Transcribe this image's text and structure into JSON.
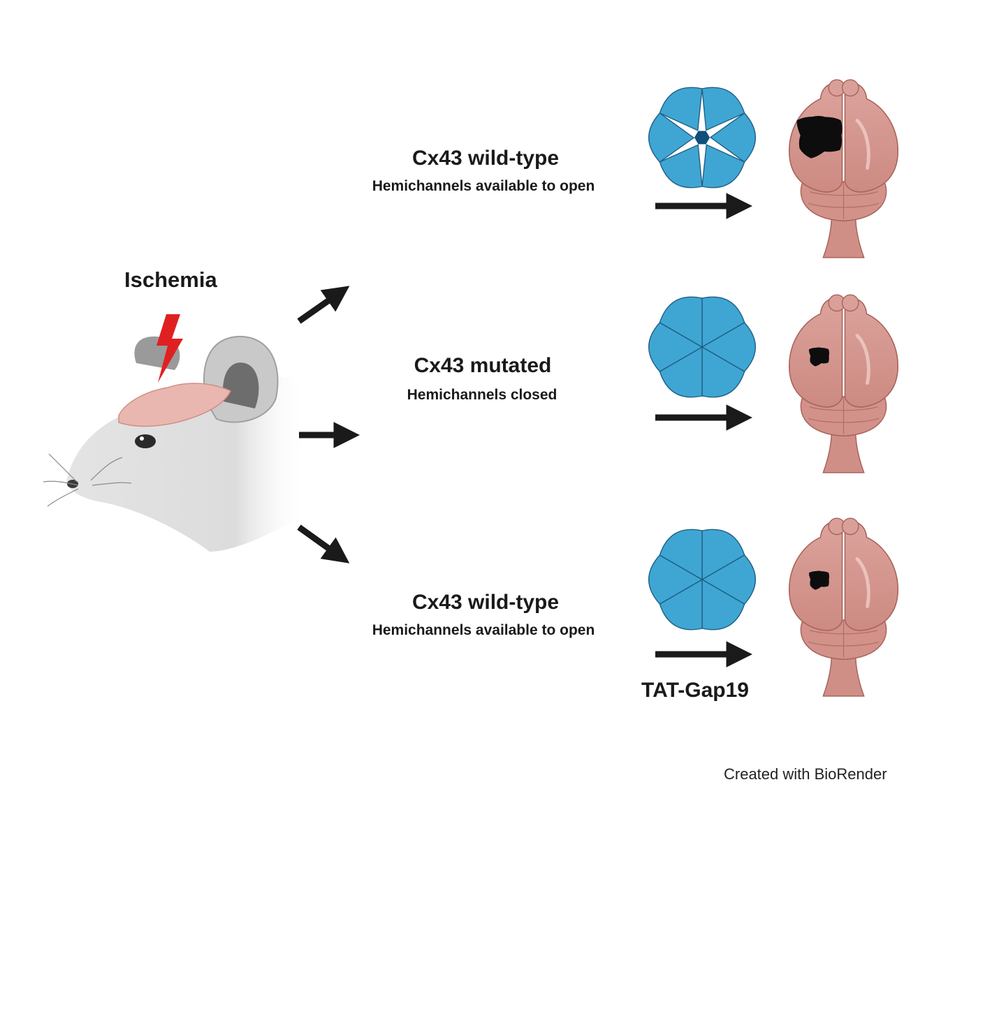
{
  "condition_label": "Ischemia",
  "branches": [
    {
      "title": "Cx43 wild-type",
      "subtitle": "Hemichannels available to open",
      "hemichannel_state": "open",
      "infarct_size": "large",
      "treatment": ""
    },
    {
      "title": "Cx43 mutated",
      "subtitle": "Hemichannels closed",
      "hemichannel_state": "closed",
      "infarct_size": "small",
      "treatment": ""
    },
    {
      "title": "Cx43 wild-type",
      "subtitle": "Hemichannels available to open",
      "hemichannel_state": "closed",
      "infarct_size": "small",
      "treatment": "TAT-Gap19"
    }
  ],
  "credit": "Created with BioRender",
  "colors": {
    "hemichannel": "#3fa6d3",
    "hemichannel_stroke": "#1f5f86",
    "brain": "#d4948c",
    "brain_stroke": "#a8625b",
    "infarct": "#0d0d0d",
    "arrow": "#1a1a1a",
    "bolt": "#e02020",
    "mouse": "#d9d9d9"
  },
  "icons": [
    "mouse-icon",
    "lightning-bolt-icon",
    "hemichannel-icon",
    "brain-icon",
    "arrow-icon"
  ]
}
